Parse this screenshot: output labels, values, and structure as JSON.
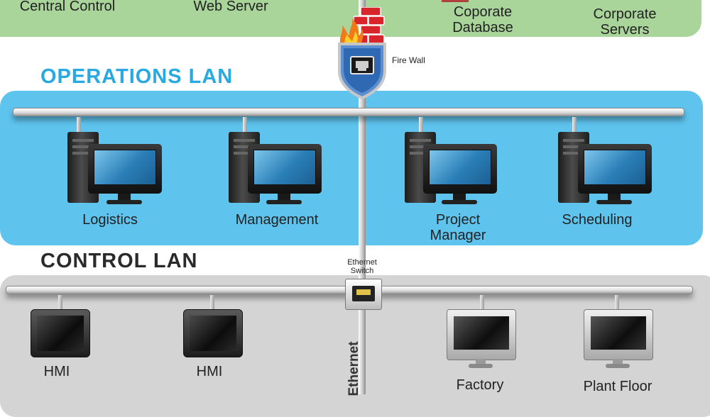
{
  "top_labels": {
    "central_control": "Central Control",
    "web_server": "Web Server",
    "corporate_database": "Coporate\nDatabase",
    "corporate_servers": "Corporate\nServers"
  },
  "firewall": {
    "label": "Fire Wall"
  },
  "operations_lan": {
    "title": "OPERATIONS LAN",
    "nodes": [
      "Logistics",
      "Management",
      "Project\nManager",
      "Scheduling"
    ]
  },
  "control_lan": {
    "title": "CONTROL LAN",
    "switch_label": "Ethernet\nSwitch",
    "vertical_label": "Ethernet",
    "nodes": [
      "HMI",
      "HMI",
      "Factory",
      "Plant Floor"
    ]
  },
  "colors": {
    "corporate_band": "#a9d49a",
    "operations_band": "#5ec4ee",
    "control_band": "#d4d4d4",
    "title_blue": "#29a9e2",
    "title_dark": "#2a2a2a"
  }
}
